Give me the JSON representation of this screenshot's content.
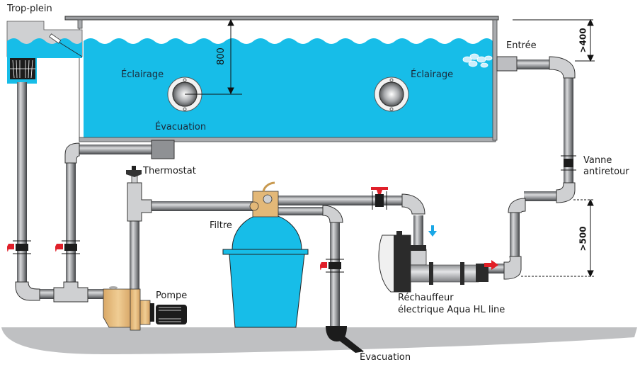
{
  "diagram": {
    "title": "Schéma d'installation piscine avec réchauffeur électrique",
    "colors": {
      "water": "#17bde8",
      "pipe_gray": "#9a9c9f",
      "fitting_gray": "#cfd0d2",
      "valve_red": "#e0202a",
      "pump_tan": "#e8bc7f",
      "ground": "#bfc0c2",
      "flow_blue": "#1aa7e6",
      "flow_red": "#e21f26",
      "outline": "#2a2a2a"
    },
    "labels": {
      "overflow": "Trop-plein",
      "lighting_left": "Éclairage",
      "lighting_right": "Éclairage",
      "drain_pool": "Évacuation",
      "inlet": "Entrée",
      "check_valve_line1": "Vanne",
      "check_valve_line2": "antiretour",
      "thermostat": "Thermostat",
      "filter": "Filtre",
      "pump": "Pompe",
      "heater_line1": "Réchauffeur",
      "heater_line2": "électrique Aqua HL line",
      "drain_ground": "Évacuation"
    },
    "dimensions": {
      "water_depth": "800",
      "inlet_height": ">400",
      "heater_offset": ">500"
    },
    "flow_arrows": [
      {
        "name": "heater-inflow",
        "direction": "down",
        "color": "blue"
      },
      {
        "name": "heater-outflow",
        "direction": "right",
        "color": "red"
      }
    ],
    "components": [
      {
        "id": "skimmer",
        "label_ref": "overflow"
      },
      {
        "id": "light-left",
        "label_ref": "lighting_left"
      },
      {
        "id": "light-right",
        "label_ref": "lighting_right"
      },
      {
        "id": "main-drain",
        "label_ref": "drain_pool"
      },
      {
        "id": "return-inlet",
        "label_ref": "inlet"
      },
      {
        "id": "check-valve",
        "label_ref": "check_valve_line1"
      },
      {
        "id": "thermostat",
        "label_ref": "thermostat"
      },
      {
        "id": "sand-filter",
        "label_ref": "filter"
      },
      {
        "id": "pump",
        "label_ref": "pump"
      },
      {
        "id": "electric-heater",
        "label_ref": "heater_line1"
      },
      {
        "id": "sewer-drain",
        "label_ref": "drain_ground"
      }
    ]
  }
}
